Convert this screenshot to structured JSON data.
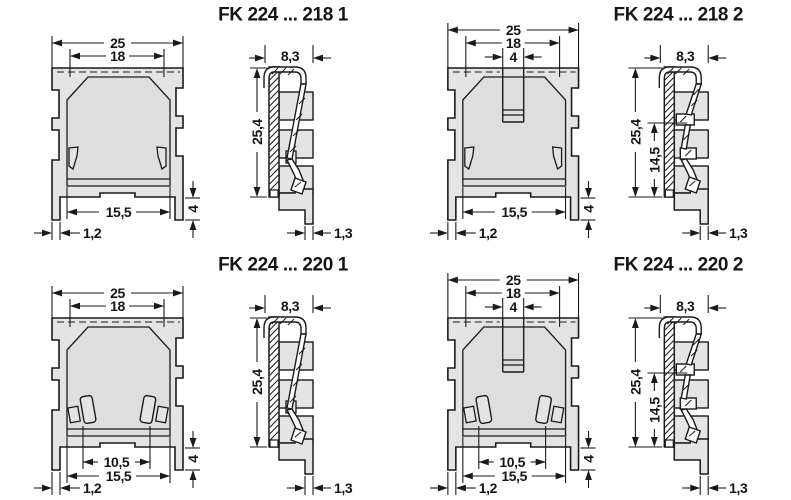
{
  "figure": {
    "description": "Heatsink technical drawings, four variants, front and side views",
    "line_color": "#1a1a1a",
    "body_fill": "#e4e4e4",
    "cavity_fill": "#dedede",
    "background": "#ffffff"
  },
  "panels": [
    {
      "title": "FK 224 ... 218 1",
      "front": {
        "d25": "25",
        "d18": "18",
        "d155": "15,5",
        "d4leg": "4",
        "d12": "1,2"
      },
      "side": {
        "d83": "8,3",
        "d254": "25,4",
        "d13": "1,3"
      }
    },
    {
      "title": "FK 224 ... 218 2",
      "front": {
        "d25": "25",
        "d18": "18",
        "d4slot": "4",
        "d155": "15,5",
        "d4leg": "4",
        "d12": "1,2"
      },
      "side": {
        "d83": "8,3",
        "d254": "25,4",
        "d145": "14,5",
        "d13": "1,3"
      }
    },
    {
      "title": "FK 224 ... 220 1",
      "front": {
        "d25": "25",
        "d18": "18",
        "d105": "10,5",
        "d155": "15,5",
        "d4leg": "4",
        "d12": "1,2"
      },
      "side": {
        "d83": "8,3",
        "d254": "25,4",
        "d13": "1,3"
      }
    },
    {
      "title": "FK 224 ... 220 2",
      "front": {
        "d25": "25",
        "d18": "18",
        "d4slot": "4",
        "d105": "10,5",
        "d155": "15,5",
        "d4leg": "4",
        "d12": "1,2"
      },
      "side": {
        "d83": "8,3",
        "d254": "25,4",
        "d145": "14,5",
        "d13": "1,3"
      }
    }
  ]
}
